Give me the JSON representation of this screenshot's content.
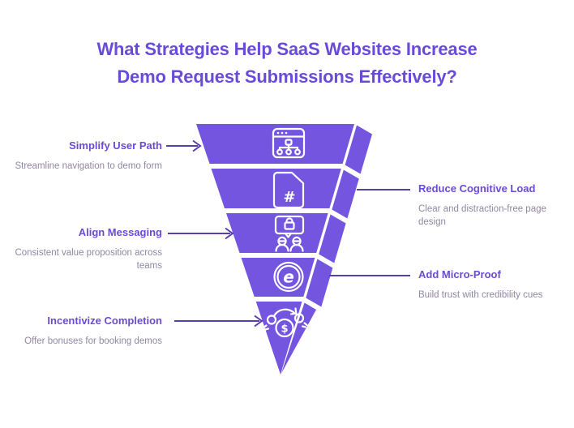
{
  "title": {
    "line1": "What Strategies Help SaaS Websites Increase",
    "line2": "Demo Request Submissions Effectively?"
  },
  "colors": {
    "funnel_fill": "#7355df",
    "heading_text": "#6b4ad6",
    "title_text": "#6a4bd8",
    "description_text": "#8f87a3",
    "connector_line": "#5b3ead",
    "background": "#ffffff"
  },
  "funnel": {
    "tiers": [
      {
        "icon": "sitemap-browser-icon",
        "glyph": ""
      },
      {
        "icon": "file-hashtag-icon",
        "glyph": "#"
      },
      {
        "icon": "secure-meeting-icon",
        "glyph": ""
      },
      {
        "icon": "e-commerce-circle-icon",
        "glyph": "e"
      },
      {
        "icon": "money-exchange-icon",
        "glyph": "$"
      }
    ]
  },
  "labels": {
    "left": [
      {
        "heading": "Simplify User Path",
        "description": "Streamline navigation to demo form"
      },
      {
        "heading": "Align Messaging",
        "description": "Consistent value proposition across teams"
      },
      {
        "heading": "Incentivize Completion",
        "description": "Offer bonuses for booking demos"
      }
    ],
    "right": [
      {
        "heading": "Reduce Cognitive Load",
        "description": "Clear and distraction-free page design"
      },
      {
        "heading": "Add Micro-Proof",
        "description": "Build trust with credibility cues"
      }
    ]
  }
}
